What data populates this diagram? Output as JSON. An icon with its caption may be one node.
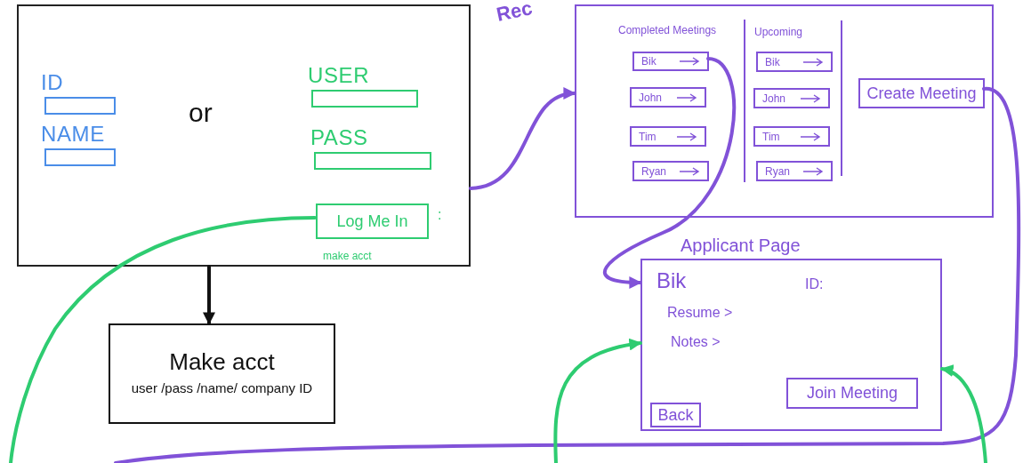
{
  "diagram": {
    "nodes": [
      {
        "text": [],
        "shape": "box"
      },
      {
        "text": [
          "ID"
        ],
        "in": 0
      },
      {
        "text": [
          "NAME"
        ],
        "in": 0
      },
      {
        "text": [
          "USER"
        ],
        "in": 0
      },
      {
        "text": [
          "PASS"
        ],
        "in": 0
      },
      {
        "text": [
          "Log Me In"
        ],
        "in": 0,
        "beside": [
          "make acct"
        ]
      },
      {
        "text": [
          "Make acct",
          "user /pass /name/ company ID"
        ]
      },
      {
        "text": [],
        "shape": "box"
      },
      {
        "text": [
          "Bik"
        ],
        "in": 7
      },
      {
        "text": [
          "John"
        ],
        "in": 7
      },
      {
        "text": [
          "Tim"
        ],
        "in": 7
      },
      {
        "text": [
          "Ryan"
        ],
        "in": 7
      },
      {
        "text": [
          "Bik"
        ],
        "in": 7
      },
      {
        "text": [
          "John"
        ],
        "in": 7
      },
      {
        "text": [
          "Tim"
        ],
        "in": 7
      },
      {
        "text": [
          "Ryan"
        ],
        "in": 7
      },
      {
        "text": [
          "Create Meeting"
        ],
        "in": 7
      },
      {
        "text": [
          "Applicant Page"
        ]
      },
      {
        "text": [
          "Join Meeting"
        ],
        "in": 17
      },
      {
        "text": [
          "Back"
        ],
        "in": 17
      }
    ],
    "edges": [
      {
        "from": 0,
        "to": 7,
        "arrow": "to"
      },
      {
        "from": 0,
        "to": 6,
        "arrow": "to",
        "color": "#111111"
      },
      {
        "from": 8,
        "to": 17,
        "arrow": "to"
      },
      {
        "from": 16,
        "to": null,
        "arrow": "none"
      },
      {
        "from": 5,
        "to": null,
        "arrow": "none",
        "color": "#2ecc71"
      },
      {
        "from": null,
        "to": 17,
        "arrow": "to",
        "color": "#2ecc71"
      },
      {
        "from": null,
        "to": 17,
        "arrow": "to",
        "color": "#2ecc71"
      }
    ],
    "labels": [
      "Rec",
      "or",
      ":",
      "Completed Meetings",
      "Upcoming",
      "Bik",
      "ID:",
      "Resume >",
      "Notes >"
    ]
  }
}
